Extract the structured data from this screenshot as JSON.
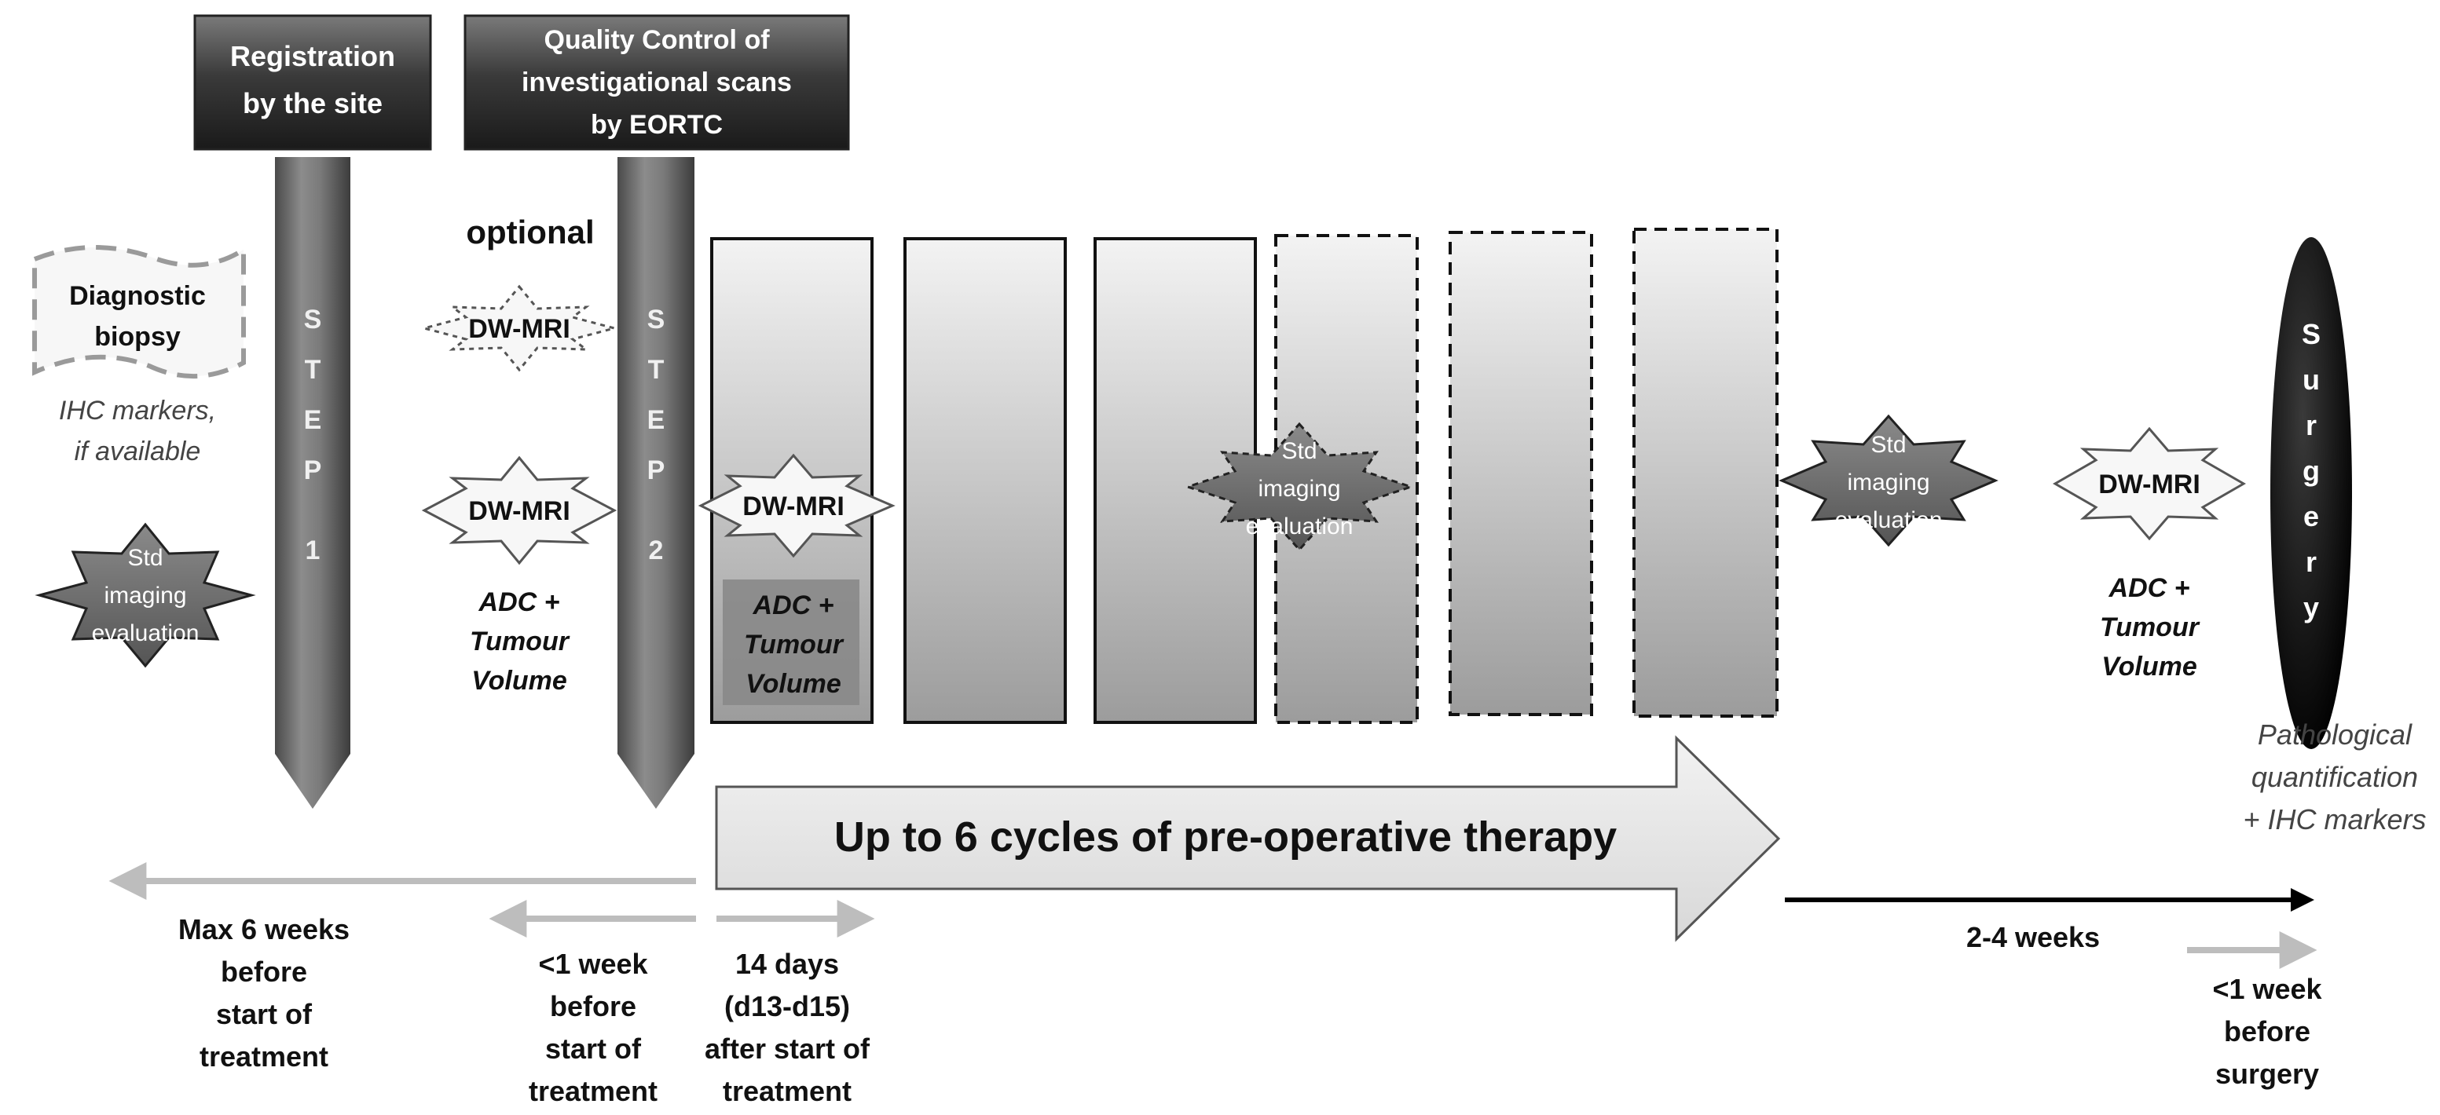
{
  "step1": {
    "header_lines": [
      "Registration",
      "by the site"
    ],
    "step_letters": [
      "S",
      "T",
      "E",
      "P"
    ],
    "step_number": "1"
  },
  "step2": {
    "header_lines": [
      "Quality Control of",
      "investigational scans",
      "by EORTC"
    ],
    "step_letters": [
      "S",
      "T",
      "E",
      "P"
    ],
    "step_number": "2"
  },
  "optional_label": "optional",
  "diagnostic_biopsy": {
    "lines": [
      "Diagnostic",
      "biopsy"
    ],
    "note_lines": [
      "IHC markers,",
      "if available"
    ]
  },
  "std_imaging_lines": [
    "Std",
    "imaging",
    "evaluation"
  ],
  "dwmri_label": "DW-MRI",
  "adc_lines": [
    "ADC +",
    "Tumour",
    "Volume"
  ],
  "therapy_arrow_label": "Up to 6 cycles of pre-operative therapy",
  "surgery_letters": [
    "S",
    "u",
    "r",
    "g",
    "e",
    "r",
    "y"
  ],
  "pathology_lines": [
    "Pathological",
    "quantification",
    "+ IHC markers"
  ],
  "timing": {
    "max6": [
      "Max 6 weeks",
      "before",
      "start of",
      "treatment"
    ],
    "lt1_before_treatment": [
      "<1 week",
      "before",
      "start of",
      "treatment"
    ],
    "days14": [
      "14 days",
      "(d13-d15)",
      "after start of",
      "treatment"
    ],
    "weeks2_4": "2-4 weeks",
    "lt1_before_surgery": [
      "<1 week",
      "before",
      "surgery"
    ]
  },
  "colors": {
    "arrow_gray": "#bdbdbd",
    "dark_arrow": "#000000",
    "star_gray": "#6e6e6e",
    "header_dark": "#2e2e2e"
  }
}
